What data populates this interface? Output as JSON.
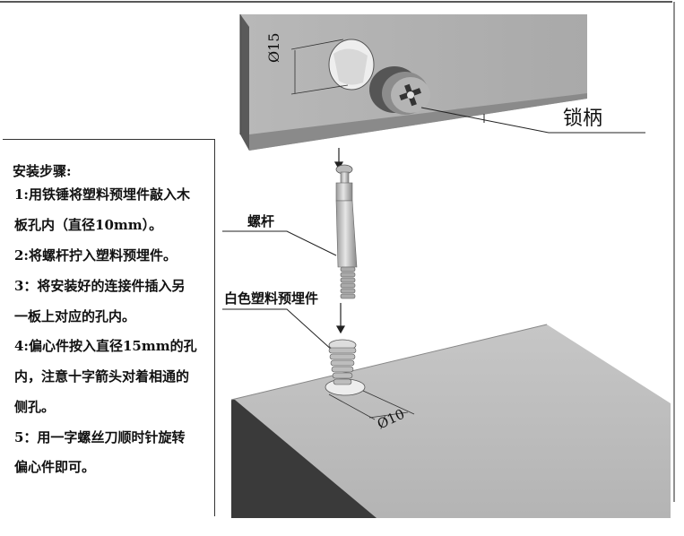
{
  "instructions": {
    "title": "安装步骤:",
    "lines": [
      "1:用铁锤将塑料预埋件敲入木",
      "板孔内（直径10mm）。",
      "2:将螺杆拧入塑料预埋件。",
      "3：将安装好的连接件插入另",
      "一板上对应的孔内。",
      "4:偏心件按入直径15mm的孔",
      "内，注意十字箭头对着相通的",
      "侧孔。",
      "5：用一字螺丝刀顺时针旋转",
      "偏心件即可。"
    ]
  },
  "labels": {
    "lock_handle": "锁柄",
    "screw_rod": "螺杆",
    "white_insert": "白色塑料预埋件",
    "dim_top": "Ø15",
    "dim_bottom": "Ø10"
  }
}
